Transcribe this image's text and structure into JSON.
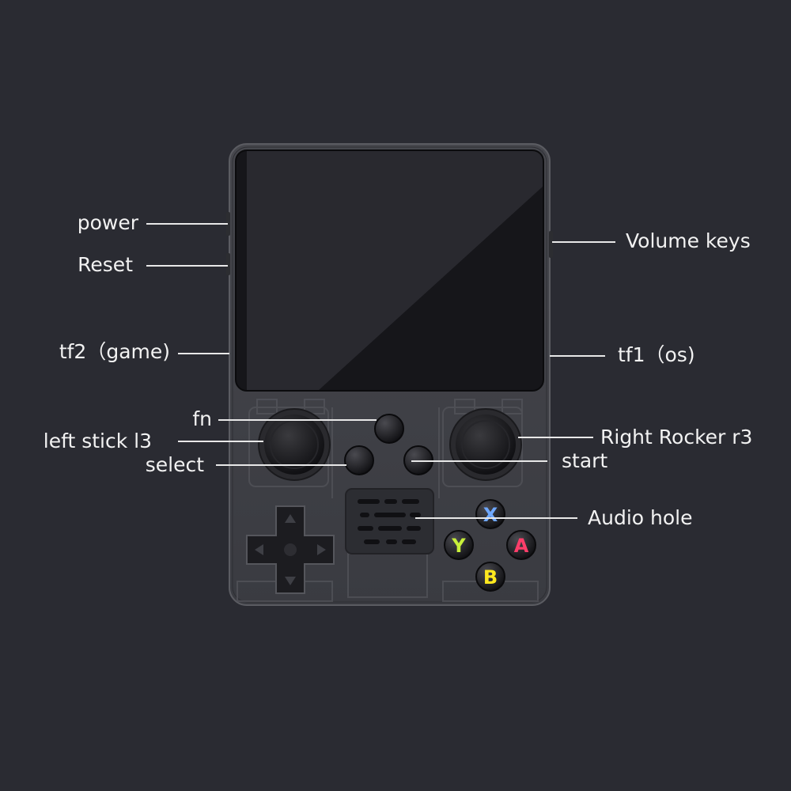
{
  "callouts": {
    "power": "power",
    "reset": "Reset",
    "tf2": "tf2（game)",
    "fn": "fn",
    "left_stick": "left stick l3",
    "select": "select",
    "volume": "Volume keys",
    "tf1": "tf1（os)",
    "right_rocker": "Right Rocker r3",
    "start": "start",
    "audio_hole": "Audio hole"
  },
  "face_buttons": {
    "x": {
      "letter": "X",
      "color": "#6fa8ff"
    },
    "y": {
      "letter": "Y",
      "color": "#c8f03a"
    },
    "a": {
      "letter": "A",
      "color": "#ff3e6a"
    },
    "b": {
      "letter": "B",
      "color": "#ffe81e"
    }
  },
  "colors": {
    "background": "#2a2b32",
    "device_shell": "#3b3c42",
    "screen": "#111114",
    "text": "#f2f2f2"
  }
}
